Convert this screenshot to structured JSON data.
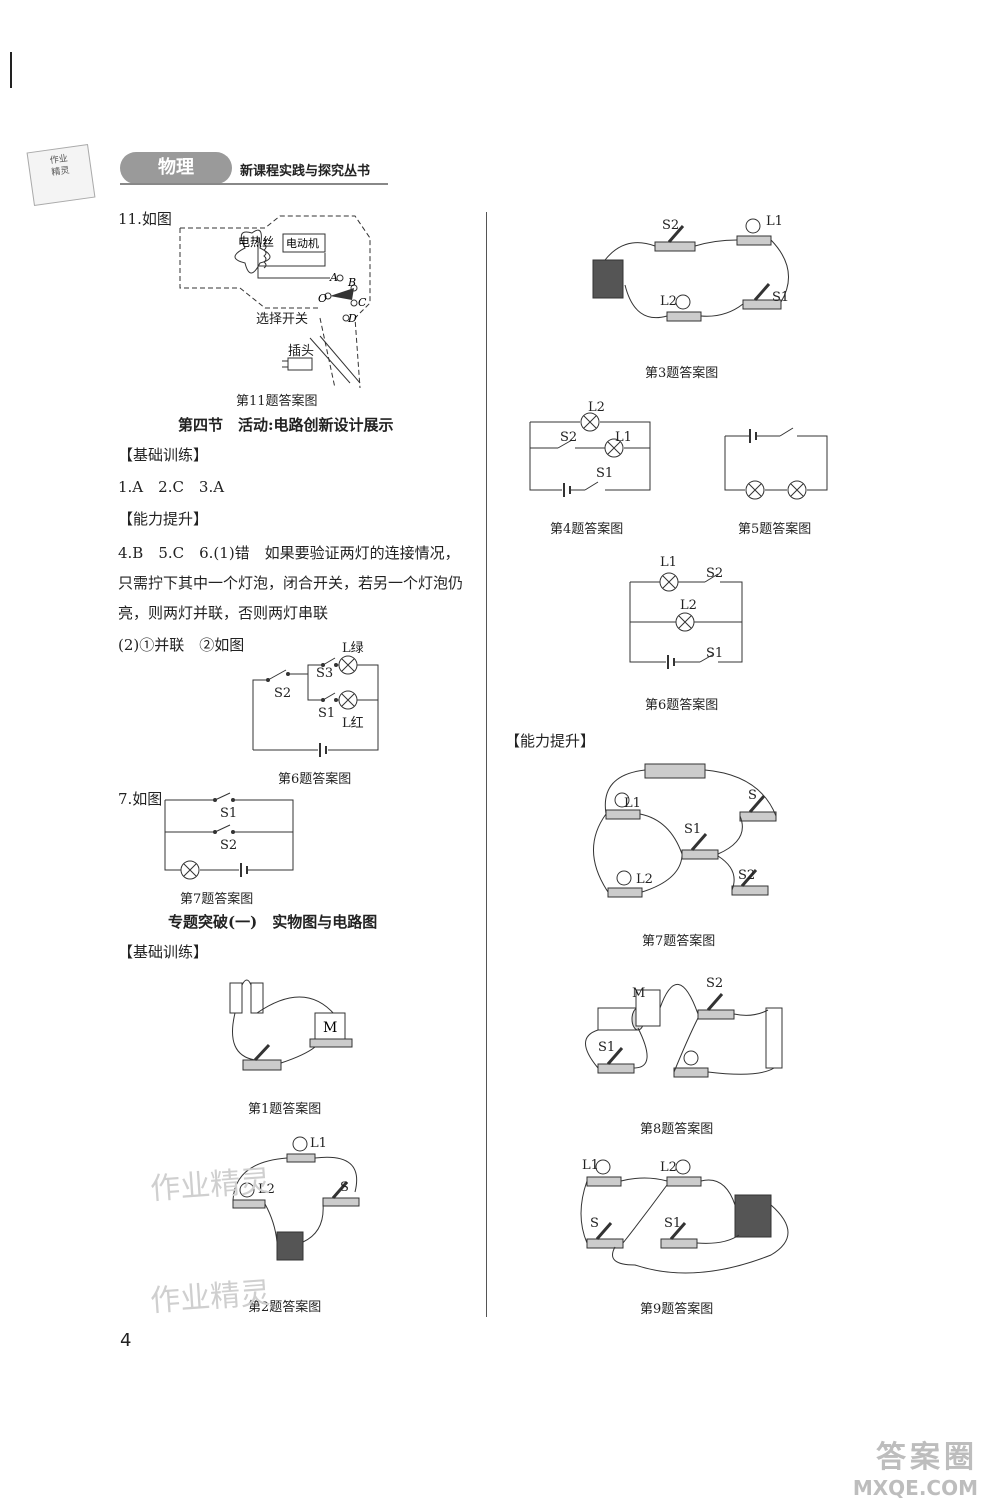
{
  "header": {
    "subject": "物理",
    "series": "新课程实践与探究丛书",
    "stamp": "作业精灵"
  },
  "left": {
    "q11_label": "11.如图",
    "q11_parts": {
      "heater": "电热丝",
      "motor": "电动机",
      "switch": "选择开关",
      "plug": "插头",
      "A": "A",
      "B": "B",
      "C": "C",
      "D": "D",
      "O": "O"
    },
    "q11_caption": "第11题答案图",
    "section4_title": "第四节　活动:电路创新设计展示",
    "basic_training": "【基础训练】",
    "basic_answers": "1.A　2.C　3.A",
    "ability": "【能力提升】",
    "ability_line1": "4.B　5.C　6.(1)错　如果要验证两灯的连接情况，",
    "ability_line2": "只需拧下其中一个灯泡，闭合开关，若另一个灯泡仍",
    "ability_line3": "亮，则两灯并联，否则两灯串联",
    "ability_line4": "(2)①并联　②如图",
    "q6_labels": {
      "L_green": "L绿",
      "L_red": "L红",
      "S1": "S1",
      "S2": "S2",
      "S3": "S3"
    },
    "q6_caption": "第6题答案图",
    "q7_label": "7.如图",
    "q7_labels": {
      "S1": "S1",
      "S2": "S2"
    },
    "q7_caption": "第7题答案图",
    "topic_title": "专题突破(一)　实物图与电路图",
    "basic_training2": "【基础训练】",
    "q1_caption": "第1题答案图",
    "q1_motor": "M",
    "q2_caption": "第2题答案图",
    "q2_labels": {
      "L1": "L1",
      "L2": "L2",
      "S": "S"
    },
    "page_number": "4"
  },
  "right": {
    "q3_caption": "第3题答案图",
    "q3_labels": {
      "S2": "S2",
      "L1": "L1",
      "L2": "L2",
      "S1": "S1"
    },
    "q4_caption": "第4题答案图",
    "q4_labels": {
      "L2": "L2",
      "S2": "S2",
      "L1": "L1",
      "S1": "S1"
    },
    "q5_caption": "第5题答案图",
    "q6_caption": "第6题答案图",
    "q6_labels": {
      "L1": "L1",
      "S2": "S2",
      "L2": "L2",
      "S1": "S1"
    },
    "ability": "【能力提升】",
    "q7_caption": "第7题答案图",
    "q7_labels": {
      "L1": "L1",
      "S": "S",
      "S1": "S1",
      "L2": "L2",
      "S2": "S2"
    },
    "q8_caption": "第8题答案图",
    "q8_labels": {
      "M": "M",
      "S2": "S2",
      "S1": "S1"
    },
    "q9_caption": "第9题答案图",
    "q9_labels": {
      "L1": "L1",
      "L2": "L2",
      "S": "S",
      "S1": "S1"
    }
  },
  "watermark": {
    "text": "作业精灵",
    "site": "MXQE.COM",
    "brand": "答案圈"
  }
}
